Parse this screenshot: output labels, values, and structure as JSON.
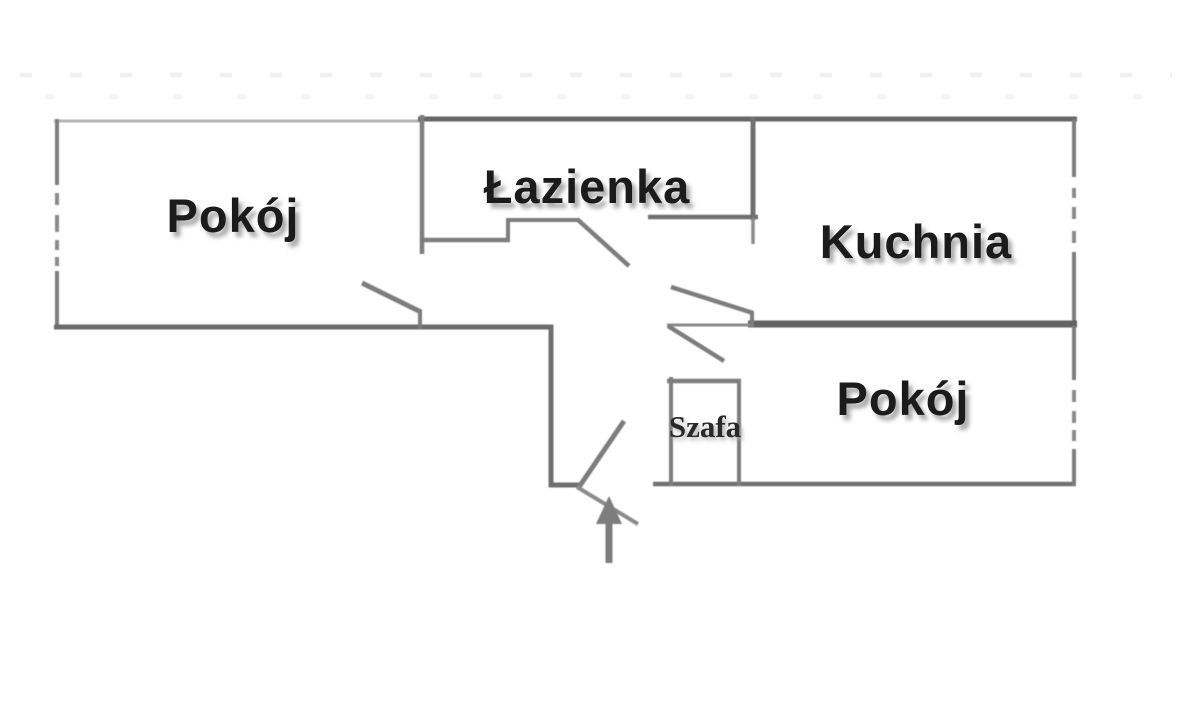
{
  "diagram": {
    "kind": "apartment-floor-plan",
    "background_color": "#ffffff"
  },
  "colors": {
    "wall": "#6f6f6f",
    "wall_medium": "#7d7d7d",
    "wall_dark": "#626262",
    "wall_light": "#b3b3b3",
    "window_dash": "#8b8b8b",
    "artifact_dots": "#f0f0f0",
    "label_text": "#1b1b1b",
    "label_shadow": "#9a9a9a",
    "arrow": "#7d7d7d"
  },
  "rooms": [
    {
      "id": "room-top-left",
      "label": "Pokój"
    },
    {
      "id": "bathroom",
      "label": "Łazienka"
    },
    {
      "id": "kitchen",
      "label": "Kuchnia"
    },
    {
      "id": "room-bottom-right",
      "label": "Pokój"
    },
    {
      "id": "wardrobe",
      "label": "Szafa"
    }
  ],
  "symbols": {
    "entrance_arrow": "up-arrow"
  }
}
